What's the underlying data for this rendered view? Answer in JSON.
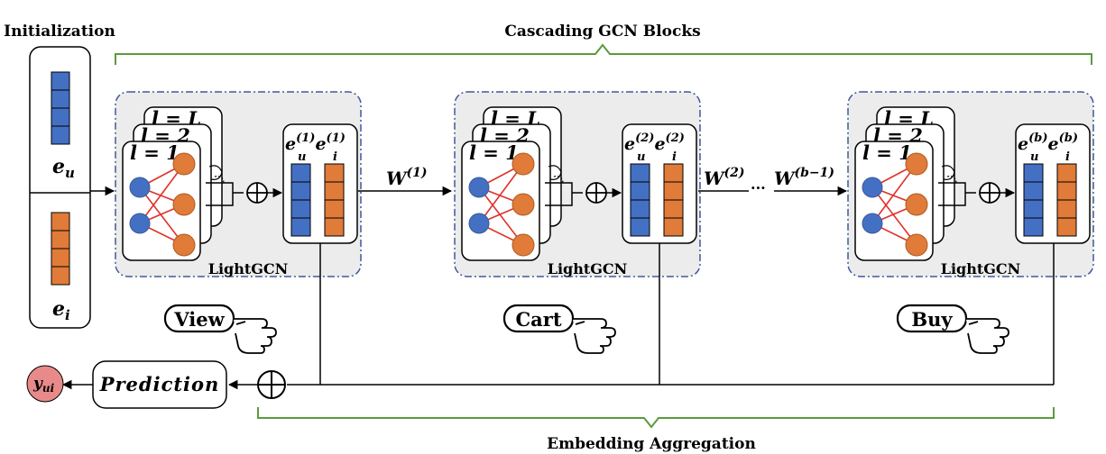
{
  "labels": {
    "initialization": "Initialization",
    "cascading": "Cascading GCN Blocks",
    "aggregation": "Embedding Aggregation",
    "lightgcn": "LightGCN",
    "prediction": "Prediction",
    "e_base": "e",
    "u_sub": "u",
    "i_sub": "i",
    "W": "W",
    "y": "y",
    "ui_sub": "ui",
    "dots": "···",
    "l1": "l = 1",
    "l2": "l = 2",
    "lL": "l = L"
  },
  "blocks": [
    {
      "behavior": "View",
      "superscript": "(1)"
    },
    {
      "behavior": "Cart",
      "superscript": "(2)"
    },
    {
      "behavior": "Buy",
      "superscript": "(b)"
    }
  ],
  "weights": [
    "(1)",
    "(2)",
    "(b−1)"
  ],
  "colors": {
    "user": "#4470c4",
    "item": "#e07b39",
    "edge": "#e0312a",
    "block_fill": "#ececec",
    "block_border": "#3d5a9a",
    "brace": "#5b9a3e",
    "yui": "#e88a8a"
  }
}
